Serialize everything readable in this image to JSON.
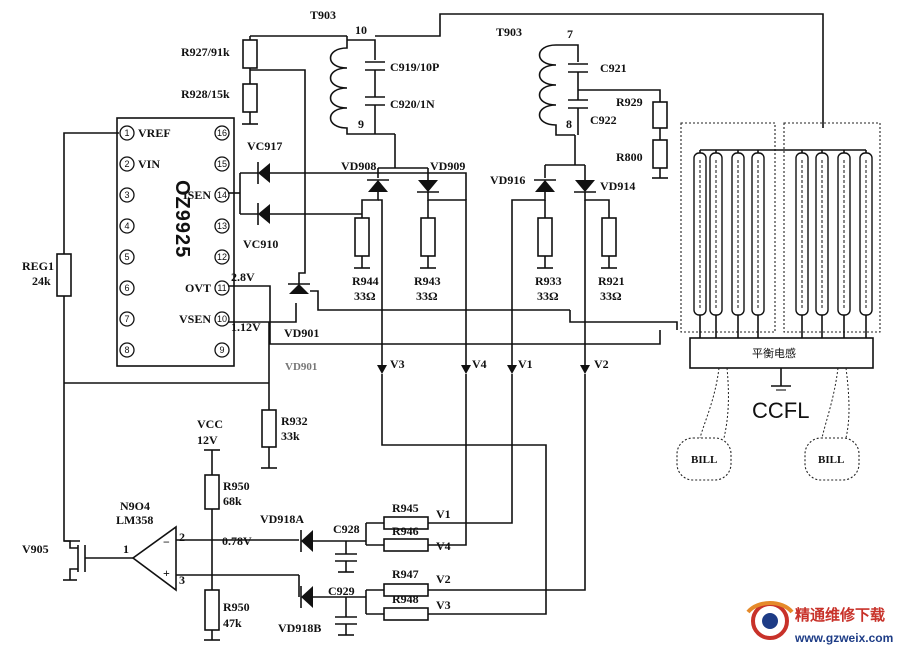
{
  "labels": {
    "t903_left": "T903",
    "t903_right": "T903",
    "pin10": "10",
    "pin9": "9",
    "pin7": "7",
    "pin8": "8",
    "c919": "C919/10P",
    "c920": "C920/1N",
    "c921": "C921",
    "c922": "C922",
    "r927": "R927/91k",
    "r928": "R928/15k",
    "r929": "R929",
    "r800": "R800",
    "vc917": "VC917",
    "vc910": "VC910",
    "vd908": "VD908",
    "vd909": "VD909",
    "vd916": "VD916",
    "vd914": "VD914",
    "vd901": "VD901",
    "vd901_faint": "VD901",
    "r944": "R944",
    "r944v": "33Ω",
    "r943": "R943",
    "r943v": "33Ω",
    "r933": "R933",
    "r933v": "33Ω",
    "r921": "R921",
    "r921v": "33Ω",
    "v3": "V3",
    "v4": "V4",
    "v1": "V1",
    "v2": "V2",
    "reg1": "REG1",
    "reg1v": "24k",
    "r932": "R932",
    "r932v": "33k",
    "vcc": "VCC",
    "vcc12": "12V",
    "r950a": "R950",
    "r950av": "68k",
    "r950b": "R950",
    "r950bv": "47k",
    "n904": "N9O4",
    "lm358": "LM358",
    "v905": "V905",
    "opin1": "1",
    "opin2": "2",
    "opin3": "3",
    "minus": "−",
    "plus": "+",
    "v078": "0.78V",
    "v28": "2.8V",
    "v112": "1.12V",
    "vd918a": "VD918A",
    "vd918b": "VD918B",
    "c928": "C928",
    "c929": "C929",
    "r945": "R945",
    "r946": "R946",
    "r947": "R947",
    "r948": "R948",
    "n_v1": "V1",
    "n_v4": "V4",
    "n_v2": "V2",
    "n_v3": "V3",
    "balance": "平衡电感",
    "ccfl": "CCFL",
    "bill1": "BILL",
    "bill2": "BILL"
  },
  "chip": {
    "name": "OZ9925",
    "left_pins": [
      {
        "num": "1",
        "name": "VREF"
      },
      {
        "num": "2",
        "name": "VIN"
      },
      {
        "num": "3",
        "name": ""
      },
      {
        "num": "4",
        "name": ""
      },
      {
        "num": "5",
        "name": ""
      },
      {
        "num": "6",
        "name": ""
      },
      {
        "num": "7",
        "name": ""
      },
      {
        "num": "8",
        "name": ""
      }
    ],
    "right_pins": [
      {
        "num": "16",
        "name": ""
      },
      {
        "num": "15",
        "name": ""
      },
      {
        "num": "14",
        "name": "ISEN"
      },
      {
        "num": "13",
        "name": ""
      },
      {
        "num": "12",
        "name": ""
      },
      {
        "num": "11",
        "name": "OVT"
      },
      {
        "num": "10",
        "name": "VSEN"
      },
      {
        "num": "9",
        "name": ""
      }
    ]
  },
  "watermark": {
    "cn": "精通维修下载",
    "url": "www.gzweix.com"
  }
}
